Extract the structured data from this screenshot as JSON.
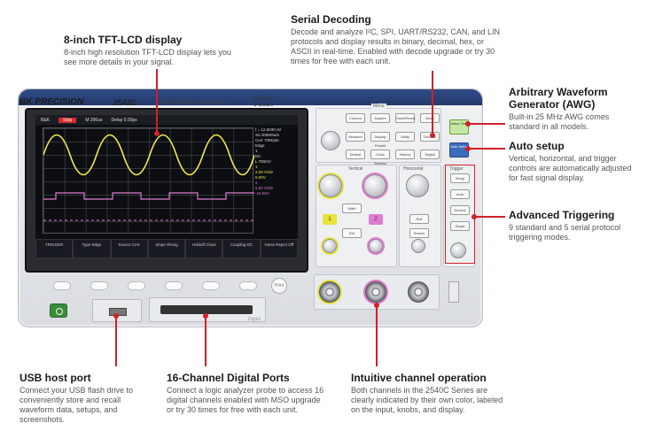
{
  "callouts": {
    "display": {
      "title": "8-inch TFT-LCD display",
      "text": "8-inch high resolution TFT-LCD display lets you see more details in your signal."
    },
    "serial": {
      "title": "Serial Decoding",
      "text": "Decode and analyze I²C, SPI, UART/RS232, CAN, and LIN protocols and display results in binary, decimal, hex, or ASCII in real-time. Enabled with decode upgrade or try 30 times for free with each unit."
    },
    "awg": {
      "title": "Arbitrary Waveform Generator (AWG)",
      "text": "Built-in 25 MHz AWG comes standard in all models."
    },
    "autosetup": {
      "title": "Auto setup",
      "text": "Vertical, horizontal, and trigger controls are automatically adjusted for fast signal display."
    },
    "triggering": {
      "title": "Advanced Triggering",
      "text": "9 standard and 5 serial protocol triggering modes."
    },
    "usb": {
      "title": "USB host port",
      "text": "Connect your USB flash drive to conveniently store and recall waveform data, setups, and screenshots."
    },
    "digital": {
      "title": "16-Channel Digital Ports",
      "text": "Connect a logic analyzer probe to access 16 digital channels enabled with MSO upgrade or try 30 times for free with each unit."
    },
    "channel": {
      "title": "Intuitive channel operation",
      "text": "Both channels in the 2540C Series are clearly indicated by their own color, labeled on the input, knobs, and display."
    }
  },
  "scope": {
    "brand": "BK PRECISION",
    "model": "2542C",
    "subtitle": "Digital Storage Oscilloscope",
    "bandwidth": "100 MHz",
    "sample": "1 GSa/s",
    "digital_label": "Digital",
    "print_label": "Print",
    "screen": {
      "mode": "B&K",
      "status": "Stop",
      "timebase": "M 200us",
      "delay": "Delay 0.00ps",
      "side": [
        "f = 12.5030 Hz",
        "Sa 200MSa/s",
        "Curr 700Kpts",
        "Edge",
        "1",
        "DC",
        "L 780mV",
        "1",
        "2.00 V/div",
        "0.00V",
        "2",
        "5.00 V/div",
        "-10.00V"
      ],
      "softkeys": [
        "TRIGGER",
        "Type Edge",
        "Source CH1",
        "Slope Rising",
        "Holdoff Close",
        "Coupling DC",
        "Noise Reject Off"
      ]
    },
    "menu_buttons": [
      "Cursors",
      "Acquire",
      "Save/Recall",
      "Meas",
      "Measure",
      "Display Persist",
      "Utility",
      "Decode",
      "Default",
      "Clear Sweeps",
      "History",
      "Digital"
    ],
    "awg_button": "Wave Gen",
    "auto_button": "Auto Setup",
    "panel_labels": {
      "menu": "Menu",
      "vertical": "Vertical",
      "horizontal": "Horizontal",
      "trigger": "Trigger"
    },
    "ch1": "1",
    "ch2": "2",
    "vertical_buttons": [
      "Math",
      "Ref"
    ],
    "horizontal_buttons": [
      "Roll",
      "Search"
    ],
    "trigger_buttons": [
      "Setup",
      "Auto",
      "Normal",
      "Single"
    ]
  }
}
